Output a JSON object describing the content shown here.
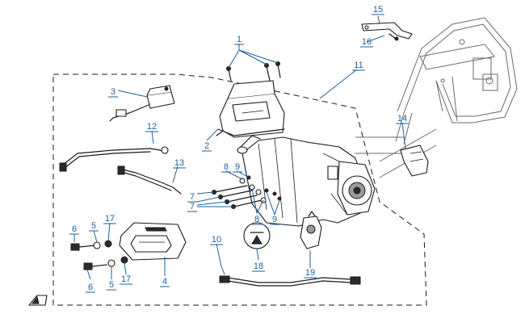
{
  "diagram": {
    "callouts": [
      {
        "id": "c1",
        "text": "1"
      },
      {
        "id": "c2",
        "text": "2"
      },
      {
        "id": "c3",
        "text": "3"
      },
      {
        "id": "c4",
        "text": "4"
      },
      {
        "id": "c5a",
        "text": "5"
      },
      {
        "id": "c5b",
        "text": "5"
      },
      {
        "id": "c6a",
        "text": "6"
      },
      {
        "id": "c6b",
        "text": "6"
      },
      {
        "id": "c7a",
        "text": "7"
      },
      {
        "id": "c7b",
        "text": "7"
      },
      {
        "id": "c8a",
        "text": "8"
      },
      {
        "id": "c8b",
        "text": "8"
      },
      {
        "id": "c9a",
        "text": "9"
      },
      {
        "id": "c9b",
        "text": "9"
      },
      {
        "id": "c10",
        "text": "10"
      },
      {
        "id": "c11",
        "text": "11"
      },
      {
        "id": "c12",
        "text": "12"
      },
      {
        "id": "c13",
        "text": "13"
      },
      {
        "id": "c14",
        "text": "14"
      },
      {
        "id": "c15",
        "text": "15"
      },
      {
        "id": "c16",
        "text": "16"
      },
      {
        "id": "c17a",
        "text": "17"
      },
      {
        "id": "c17b",
        "text": "17"
      },
      {
        "id": "c18",
        "text": "18"
      },
      {
        "id": "c19",
        "text": "19"
      }
    ],
    "accent_color": "#1e5f9e"
  }
}
